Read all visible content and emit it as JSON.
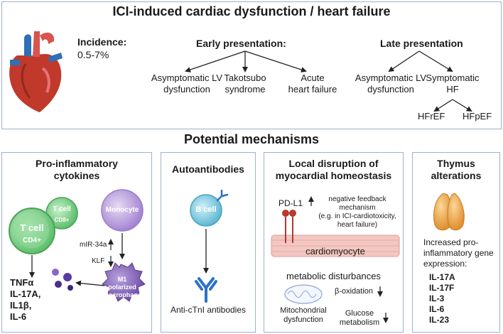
{
  "title": "ICI-induced cardiac dysfunction / heart failure",
  "incidence": {
    "label": "Incidence:",
    "value": "0.5-7%"
  },
  "early": {
    "heading": "Early presentation:",
    "items": [
      {
        "line1": "Asymptomatic LV",
        "line2": "dysfunction"
      },
      {
        "line1": "Takotsubo",
        "line2": "syndrome"
      },
      {
        "line1": "Acute",
        "line2": "heart failure"
      }
    ]
  },
  "late": {
    "heading": "Late presentation",
    "items": [
      {
        "line1": "Asymptomatic LV",
        "line2": "dysfunction"
      },
      {
        "line1": "Symptomatic",
        "line2": "HF"
      }
    ],
    "subtypes": [
      "HFrEF",
      "HFpEF"
    ]
  },
  "mechanisms_title": "Potential mechanisms",
  "panels": {
    "cytokines": {
      "title1": "Pro-inflammatory",
      "title2": "cytokines",
      "tcell_large": "T cell",
      "cd4": "CD4+",
      "tcell_small": "T cell",
      "cd8": "CD8+",
      "monocyte": "Monocyte",
      "mir": "mIR-34a",
      "klf": "KLF",
      "macrophage1": "M1",
      "macrophage2": "polarized",
      "macrophage3": "macrophage",
      "cytokine_list": [
        "TNFα",
        "IL-17A,",
        "IL1β,",
        "IL-6"
      ]
    },
    "autoantibodies": {
      "title": "Autoantibodies",
      "bcell": "B cell",
      "result": "Anti-cTnI antibodies"
    },
    "homeostasis": {
      "title1": "Local disruption of",
      "title2": "myocardial homeostasis",
      "pdl1": "PD-L1",
      "feedback": [
        "negative feedback",
        "mechanism",
        "(e.g. in ICI-cardiotoxicity,",
        "heart failure)"
      ],
      "cardiomyocyte": "cardiomyocyte",
      "metabolic": "metabolic disturbances",
      "beta_ox": "β-oxidation",
      "mito1": "Mitochondrial",
      "mito2": "dysfunction",
      "glucose1": "Glucose",
      "glucose2": "metabolism"
    },
    "thymus": {
      "title1": "Thymus",
      "title2": "alterations",
      "desc": [
        "Increased pro-",
        "inflammatory gene",
        "expression:"
      ],
      "genes": [
        "IL-17A",
        "IL-17F",
        "IL-3",
        "IL-6",
        "IL-23"
      ]
    }
  },
  "colors": {
    "border": "#9fb0cc",
    "tcell": "#7fd08a",
    "bcell": "#7ecbe0",
    "monocyte": "#b89ad8",
    "macrophage": "#9270c4",
    "antibody": "#3a7bd5",
    "pdl1": "#c0392b",
    "cardiomyocyte": "#f2c4c0",
    "thymus": "#f0a948",
    "heart_red": "#c0392b",
    "heart_blue": "#2e6fb5"
  }
}
